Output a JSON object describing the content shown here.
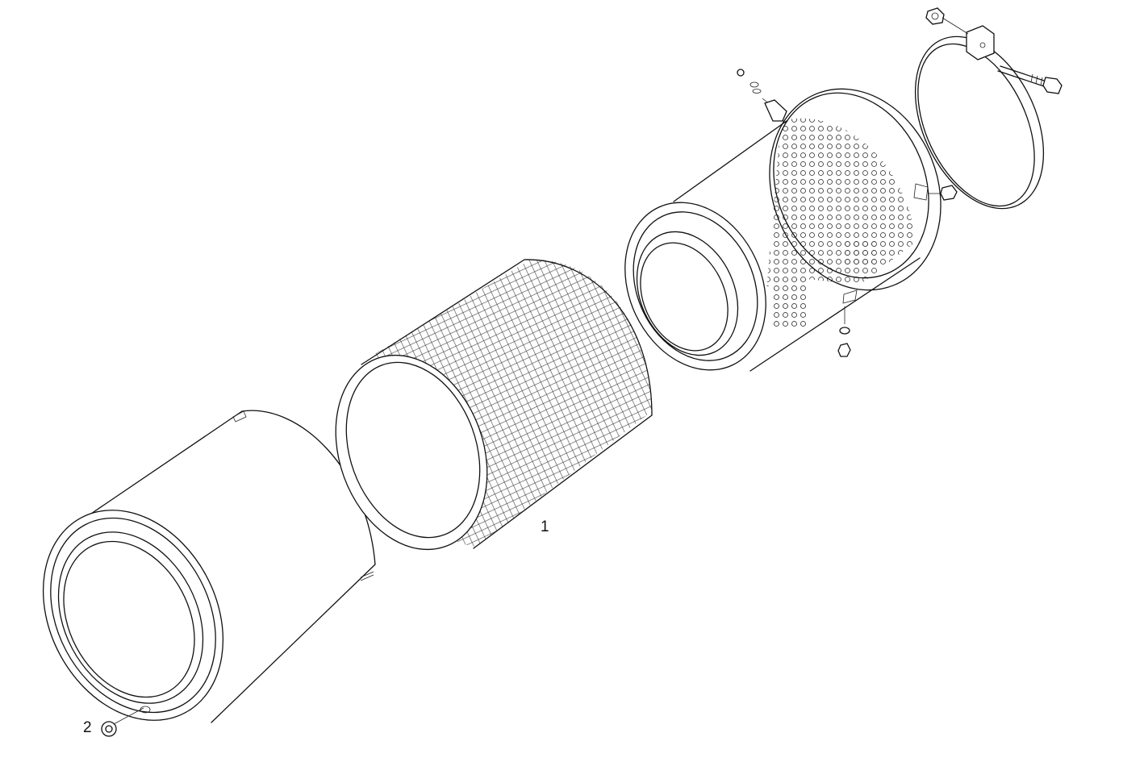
{
  "callouts": [
    {
      "id": "1",
      "label": "1"
    },
    {
      "id": "2",
      "label": "2"
    }
  ],
  "colors": {
    "line": "#111111",
    "background": "#ffffff"
  },
  "parts": [
    "outer-cover",
    "filter-element",
    "perforated-housing",
    "mounting-band",
    "bolt",
    "nut",
    "washer",
    "bracket"
  ]
}
